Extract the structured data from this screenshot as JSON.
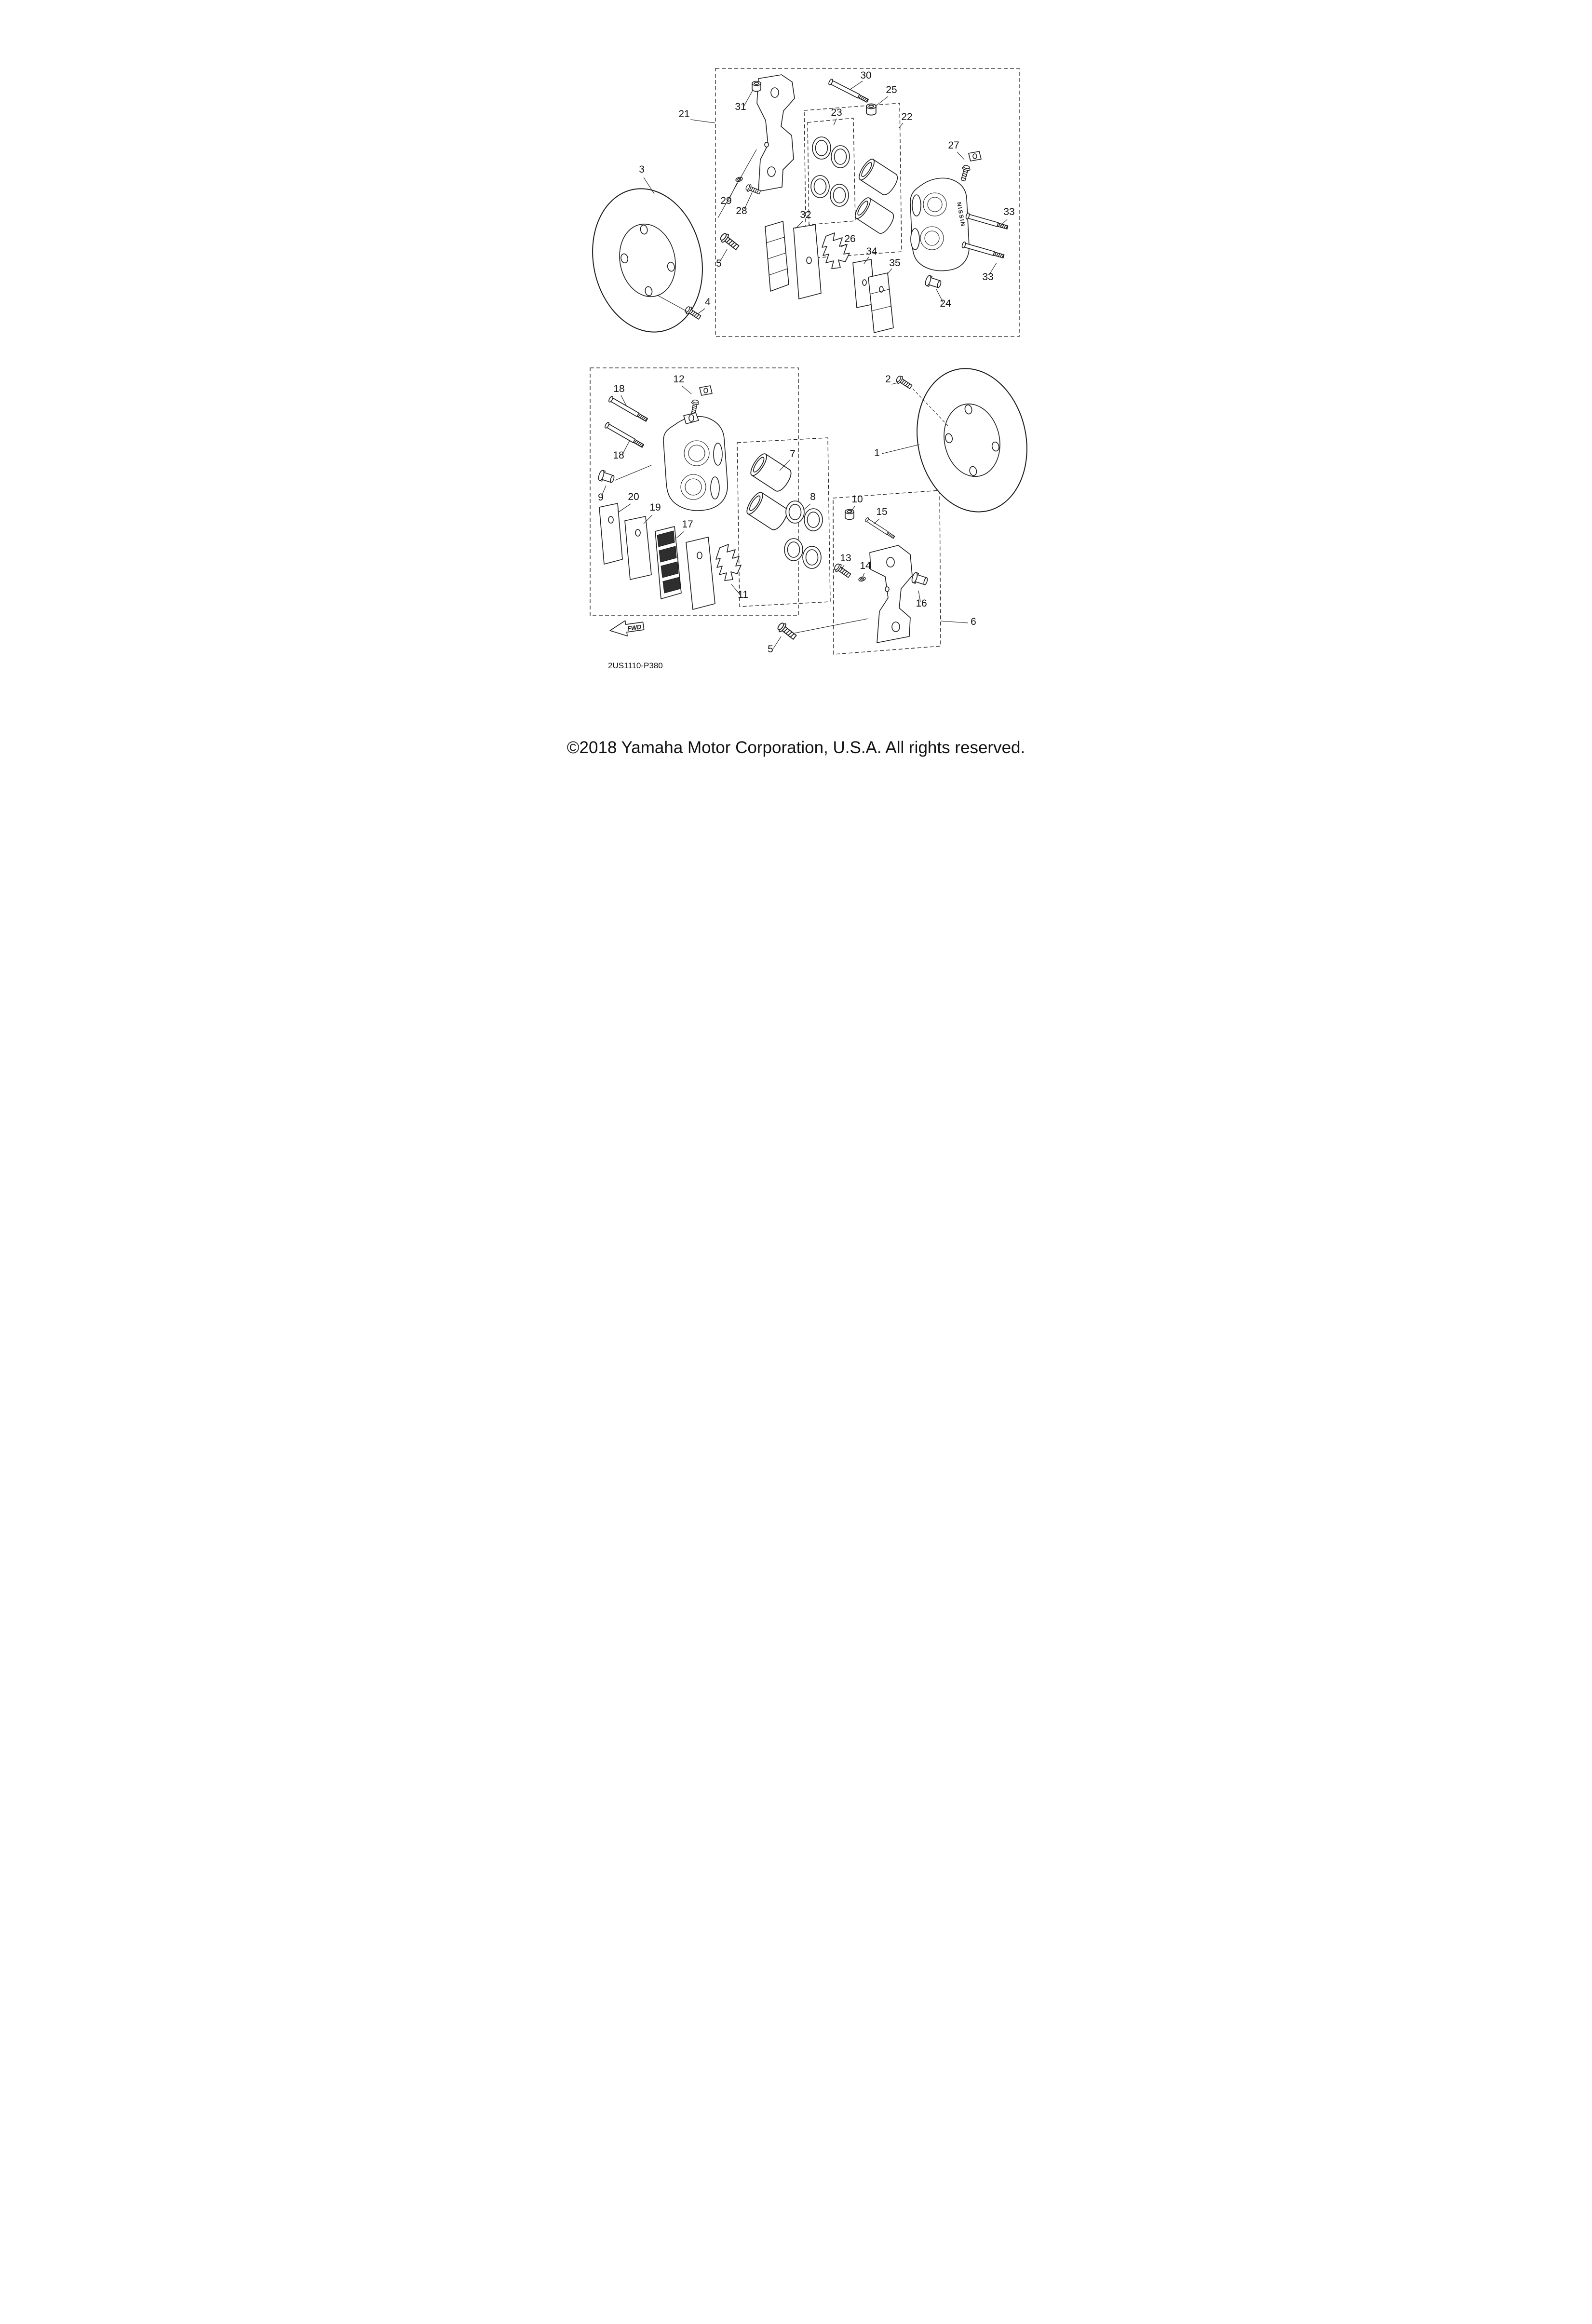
{
  "page": {
    "background": "#ffffff",
    "line_color": "#1a1a1a",
    "footer": {
      "copyright": "©2018 Yamaha Motor Corporation, U.S.A. All rights reserved."
    }
  },
  "diagram": {
    "part_code": "2US1110-P380",
    "fwd_label": "FWD",
    "caliper_brand": "NISSIN"
  },
  "callouts": {
    "n1": {
      "label": "1"
    },
    "n2": {
      "label": "2"
    },
    "n3": {
      "label": "3"
    },
    "n4": {
      "label": "4"
    },
    "n5a": {
      "label": "5"
    },
    "n5b": {
      "label": "5"
    },
    "n6": {
      "label": "6"
    },
    "n7": {
      "label": "7"
    },
    "n8": {
      "label": "8"
    },
    "n9": {
      "label": "9"
    },
    "n10": {
      "label": "10"
    },
    "n11": {
      "label": "11"
    },
    "n12": {
      "label": "12"
    },
    "n13": {
      "label": "13"
    },
    "n14": {
      "label": "14"
    },
    "n15": {
      "label": "15"
    },
    "n16": {
      "label": "16"
    },
    "n17": {
      "label": "17"
    },
    "n18a": {
      "label": "18"
    },
    "n18b": {
      "label": "18"
    },
    "n19": {
      "label": "19"
    },
    "n20": {
      "label": "20"
    },
    "n21": {
      "label": "21"
    },
    "n22": {
      "label": "22"
    },
    "n23": {
      "label": "23"
    },
    "n24": {
      "label": "24"
    },
    "n25": {
      "label": "25"
    },
    "n26": {
      "label": "26"
    },
    "n27": {
      "label": "27"
    },
    "n28": {
      "label": "28"
    },
    "n29": {
      "label": "29"
    },
    "n30": {
      "label": "30"
    },
    "n31": {
      "label": "31"
    },
    "n32": {
      "label": "32"
    },
    "n33a": {
      "label": "33"
    },
    "n33b": {
      "label": "33"
    },
    "n34": {
      "label": "34"
    },
    "n35": {
      "label": "35"
    }
  }
}
